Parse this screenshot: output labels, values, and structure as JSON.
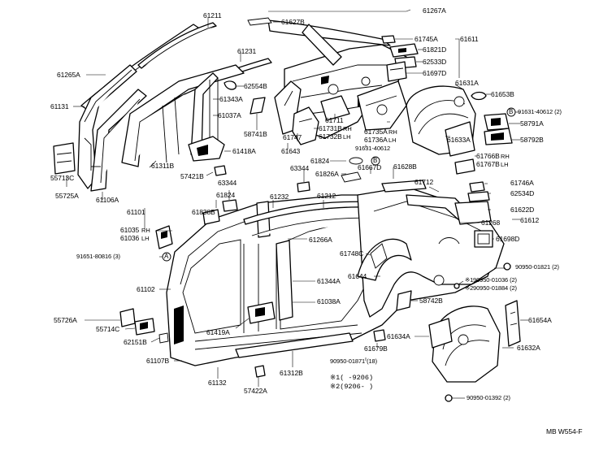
{
  "drawing_code": "MB W554-F",
  "notes": {
    "row1": {
      "mark": "※1",
      "text": "(    -9206)"
    },
    "row2": {
      "mark": "※2",
      "text": "(9206-    )"
    }
  },
  "labels": {
    "p61211": "61211",
    "p61627B": "61627B",
    "p61267A": "61267A",
    "p61745A": "61745A",
    "p61611": "61611",
    "p61821D": "61821D",
    "p62533D": "62533D",
    "p61697D": "61697D",
    "p61265A": "61265A",
    "p61231": "61231",
    "p62554B": "62554B",
    "p61631A": "61631A",
    "p61653B": "61653B",
    "p61131": "61131",
    "p61343A": "61343A",
    "p61037A": "61037A",
    "p58741B": "58741B",
    "p91631_40612_2": "91631-40612 (2)",
    "p58791A": "58791A",
    "p61711": "61711",
    "p61747": "61747",
    "p61731B": "61731B",
    "p61732B": "61732B",
    "p61735A": "61735A",
    "p61736A": "61736A",
    "p61633A": "61633A",
    "p58792B": "58792B",
    "p61643": "61643",
    "p91631_40612": "91631-40612",
    "p61418A": "61418A",
    "p55713C": "55713C",
    "p61311B": "61311B",
    "p61766B": "61766B",
    "p61767B": "61767B",
    "p57421B": "57421B",
    "p63344a": "63344",
    "p61824a": "61824",
    "p61826A": "61826A",
    "p61667D": "61667D",
    "p61628B": "61628B",
    "p61712": "61712",
    "p61746A": "61746A",
    "p55725A": "55725A",
    "p61106A": "61106A",
    "p63344b": "63344",
    "p61824b": "61824",
    "p61232": "61232",
    "p61212": "61212",
    "p62534D": "62534D",
    "p61838B": "61838B",
    "p61101": "61101",
    "p61622D": "61622D",
    "p61268": "61268",
    "p61612": "61612",
    "p61035": "61035",
    "p61036": "61036",
    "p61698D": "61698D",
    "p61266A": "61266A",
    "p91651_80816_3": "91651-80816 (3)",
    "p61748C": "61748C",
    "p90950_01821_2": "90950-01821 (2)",
    "p61644": "61644",
    "p61102": "61102",
    "p61344A": "61344A",
    "p90950_01036_2": "90950-01036 (2)",
    "p90950_01884_2": "90950-01884 (2)",
    "p61038A": "61038A",
    "p58742B": "58742B",
    "p55726A": "55726A",
    "p55714C": "55714C",
    "p61654A": "61654A",
    "p61419A": "61419A",
    "p62151B": "62151B",
    "p61634A": "61634A",
    "p61632A": "61632A",
    "p61107B": "61107B",
    "p61679B": "61679B",
    "p61312B": "61312B",
    "p90950_01871_18": "90950-01871 (18)",
    "p61132": "61132",
    "p57422A": "57422A",
    "p90950_01392_2": "90950-01392 (2)"
  },
  "suffix_marks": {
    "rh": "RH",
    "lh": "LH",
    "star1": "※1",
    "star2": "※2"
  },
  "ref_circles": {
    "A": "A",
    "B": "B"
  }
}
